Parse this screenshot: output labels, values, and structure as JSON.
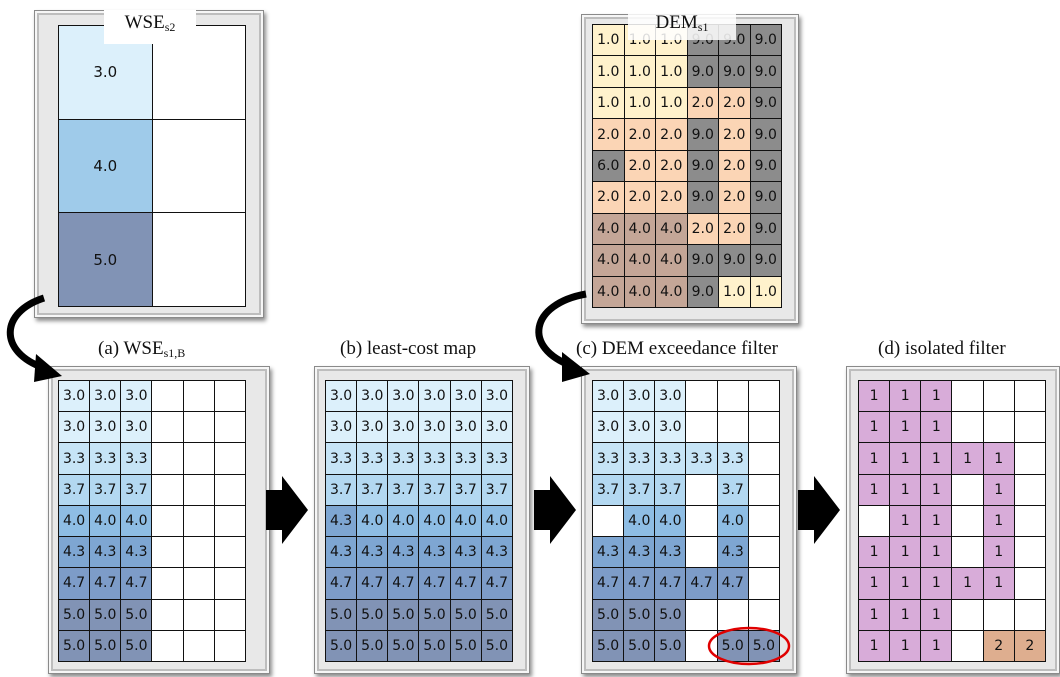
{
  "panels": {
    "wse_s2": {
      "title_main": "WSE",
      "title_sub": "s2",
      "rows": [
        [
          "3.0",
          ""
        ],
        [
          "4.0",
          ""
        ],
        [
          "5.0",
          ""
        ]
      ],
      "colors": [
        [
          "#dcf0fb",
          "#ffffff"
        ],
        [
          "#9fcbea",
          "#ffffff"
        ],
        [
          "#8193b5",
          "#ffffff"
        ]
      ]
    },
    "dem_s1": {
      "title_main": "DEM",
      "title_sub": "s1",
      "rows": [
        [
          "1.0",
          "1.0",
          "1.0",
          "9.0",
          "9.0",
          "9.0"
        ],
        [
          "1.0",
          "1.0",
          "1.0",
          "9.0",
          "9.0",
          "9.0"
        ],
        [
          "1.0",
          "1.0",
          "1.0",
          "2.0",
          "2.0",
          "9.0"
        ],
        [
          "2.0",
          "2.0",
          "2.0",
          "9.0",
          "2.0",
          "9.0"
        ],
        [
          "6.0",
          "2.0",
          "2.0",
          "9.0",
          "2.0",
          "9.0"
        ],
        [
          "2.0",
          "2.0",
          "2.0",
          "9.0",
          "2.0",
          "9.0"
        ],
        [
          "4.0",
          "4.0",
          "4.0",
          "2.0",
          "2.0",
          "9.0"
        ],
        [
          "4.0",
          "4.0",
          "4.0",
          "9.0",
          "9.0",
          "9.0"
        ],
        [
          "4.0",
          "4.0",
          "4.0",
          "9.0",
          "1.0",
          "1.0"
        ]
      ],
      "colors": [
        [
          "#fff2cc",
          "#fff2cc",
          "#fff2cc",
          "#8c8c8c",
          "#8c8c8c",
          "#8c8c8c"
        ],
        [
          "#fff2cc",
          "#fff2cc",
          "#fff2cc",
          "#8c8c8c",
          "#8c8c8c",
          "#8c8c8c"
        ],
        [
          "#fff2cc",
          "#fff2cc",
          "#fff2cc",
          "#fbd5b5",
          "#fbd5b5",
          "#8c8c8c"
        ],
        [
          "#fbd5b5",
          "#fbd5b5",
          "#fbd5b5",
          "#8c8c8c",
          "#fbd5b5",
          "#8c8c8c"
        ],
        [
          "#8c8c8c",
          "#fbd5b5",
          "#fbd5b5",
          "#8c8c8c",
          "#fbd5b5",
          "#8c8c8c"
        ],
        [
          "#fbd5b5",
          "#fbd5b5",
          "#fbd5b5",
          "#8c8c8c",
          "#fbd5b5",
          "#8c8c8c"
        ],
        [
          "#c4a697",
          "#c4a697",
          "#c4a697",
          "#fbd5b5",
          "#fbd5b5",
          "#8c8c8c"
        ],
        [
          "#c4a697",
          "#c4a697",
          "#c4a697",
          "#8c8c8c",
          "#8c8c8c",
          "#8c8c8c"
        ],
        [
          "#c4a697",
          "#c4a697",
          "#c4a697",
          "#8c8c8c",
          "#fff2cc",
          "#fff2cc"
        ]
      ]
    },
    "wse_s1b": {
      "caption_prefix": "(a) WSE",
      "caption_sub": "s1,B",
      "rows": [
        [
          "3.0",
          "3.0",
          "3.0",
          "",
          "",
          ""
        ],
        [
          "3.0",
          "3.0",
          "3.0",
          "",
          "",
          ""
        ],
        [
          "3.3",
          "3.3",
          "3.3",
          "",
          "",
          ""
        ],
        [
          "3.7",
          "3.7",
          "3.7",
          "",
          "",
          ""
        ],
        [
          "4.0",
          "4.0",
          "4.0",
          "",
          "",
          ""
        ],
        [
          "4.3",
          "4.3",
          "4.3",
          "",
          "",
          ""
        ],
        [
          "4.7",
          "4.7",
          "4.7",
          "",
          "",
          ""
        ],
        [
          "5.0",
          "5.0",
          "5.0",
          "",
          "",
          ""
        ],
        [
          "5.0",
          "5.0",
          "5.0",
          "",
          "",
          ""
        ]
      ]
    },
    "least_cost": {
      "caption": "(b) least-cost map",
      "rows": [
        [
          "3.0",
          "3.0",
          "3.0",
          "3.0",
          "3.0",
          "3.0"
        ],
        [
          "3.0",
          "3.0",
          "3.0",
          "3.0",
          "3.0",
          "3.0"
        ],
        [
          "3.3",
          "3.3",
          "3.3",
          "3.3",
          "3.3",
          "3.3"
        ],
        [
          "3.7",
          "3.7",
          "3.7",
          "3.7",
          "3.7",
          "3.7"
        ],
        [
          "4.3",
          "4.0",
          "4.0",
          "4.0",
          "4.0",
          "4.0"
        ],
        [
          "4.3",
          "4.3",
          "4.3",
          "4.3",
          "4.3",
          "4.3"
        ],
        [
          "4.7",
          "4.7",
          "4.7",
          "4.7",
          "4.7",
          "4.7"
        ],
        [
          "5.0",
          "5.0",
          "5.0",
          "5.0",
          "5.0",
          "5.0"
        ],
        [
          "5.0",
          "5.0",
          "5.0",
          "5.0",
          "5.0",
          "5.0"
        ]
      ]
    },
    "dem_filter": {
      "caption": "(c) DEM exceedance filter",
      "rows": [
        [
          "3.0",
          "3.0",
          "3.0",
          "",
          "",
          ""
        ],
        [
          "3.0",
          "3.0",
          "3.0",
          "",
          "",
          ""
        ],
        [
          "3.3",
          "3.3",
          "3.3",
          "3.3",
          "3.3",
          ""
        ],
        [
          "3.7",
          "3.7",
          "3.7",
          "",
          "3.7",
          ""
        ],
        [
          "",
          "4.0",
          "4.0",
          "",
          "4.0",
          ""
        ],
        [
          "4.3",
          "4.3",
          "4.3",
          "",
          "4.3",
          ""
        ],
        [
          "4.7",
          "4.7",
          "4.7",
          "4.7",
          "4.7",
          ""
        ],
        [
          "5.0",
          "5.0",
          "5.0",
          "",
          "",
          ""
        ],
        [
          "5.0",
          "5.0",
          "5.0",
          "",
          "5.0",
          "5.0"
        ]
      ]
    },
    "isolated": {
      "caption": "(d) isolated filter",
      "rows": [
        [
          "1",
          "1",
          "1",
          "",
          "",
          ""
        ],
        [
          "1",
          "1",
          "1",
          "",
          "",
          ""
        ],
        [
          "1",
          "1",
          "1",
          "1",
          "1",
          ""
        ],
        [
          "1",
          "1",
          "1",
          "",
          "1",
          ""
        ],
        [
          "",
          "1",
          "1",
          "",
          "1",
          ""
        ],
        [
          "1",
          "1",
          "1",
          "",
          "1",
          ""
        ],
        [
          "1",
          "1",
          "1",
          "1",
          "1",
          ""
        ],
        [
          "1",
          "1",
          "1",
          "",
          "",
          ""
        ],
        [
          "1",
          "1",
          "1",
          "",
          "2",
          "2"
        ]
      ],
      "value_colors": {
        "1": "#d8acd9",
        "2": "#deae8f"
      }
    }
  },
  "wse_value_colors": {
    "3.0": "#dcf0fb",
    "3.3": "#c6e4f6",
    "3.7": "#b3d8f1",
    "4.0": "#8ebde4",
    "4.3": "#7ea6d2",
    "4.7": "#7d9cc8",
    "5.0": "#8193b5"
  },
  "highlight_color": "#e00000"
}
